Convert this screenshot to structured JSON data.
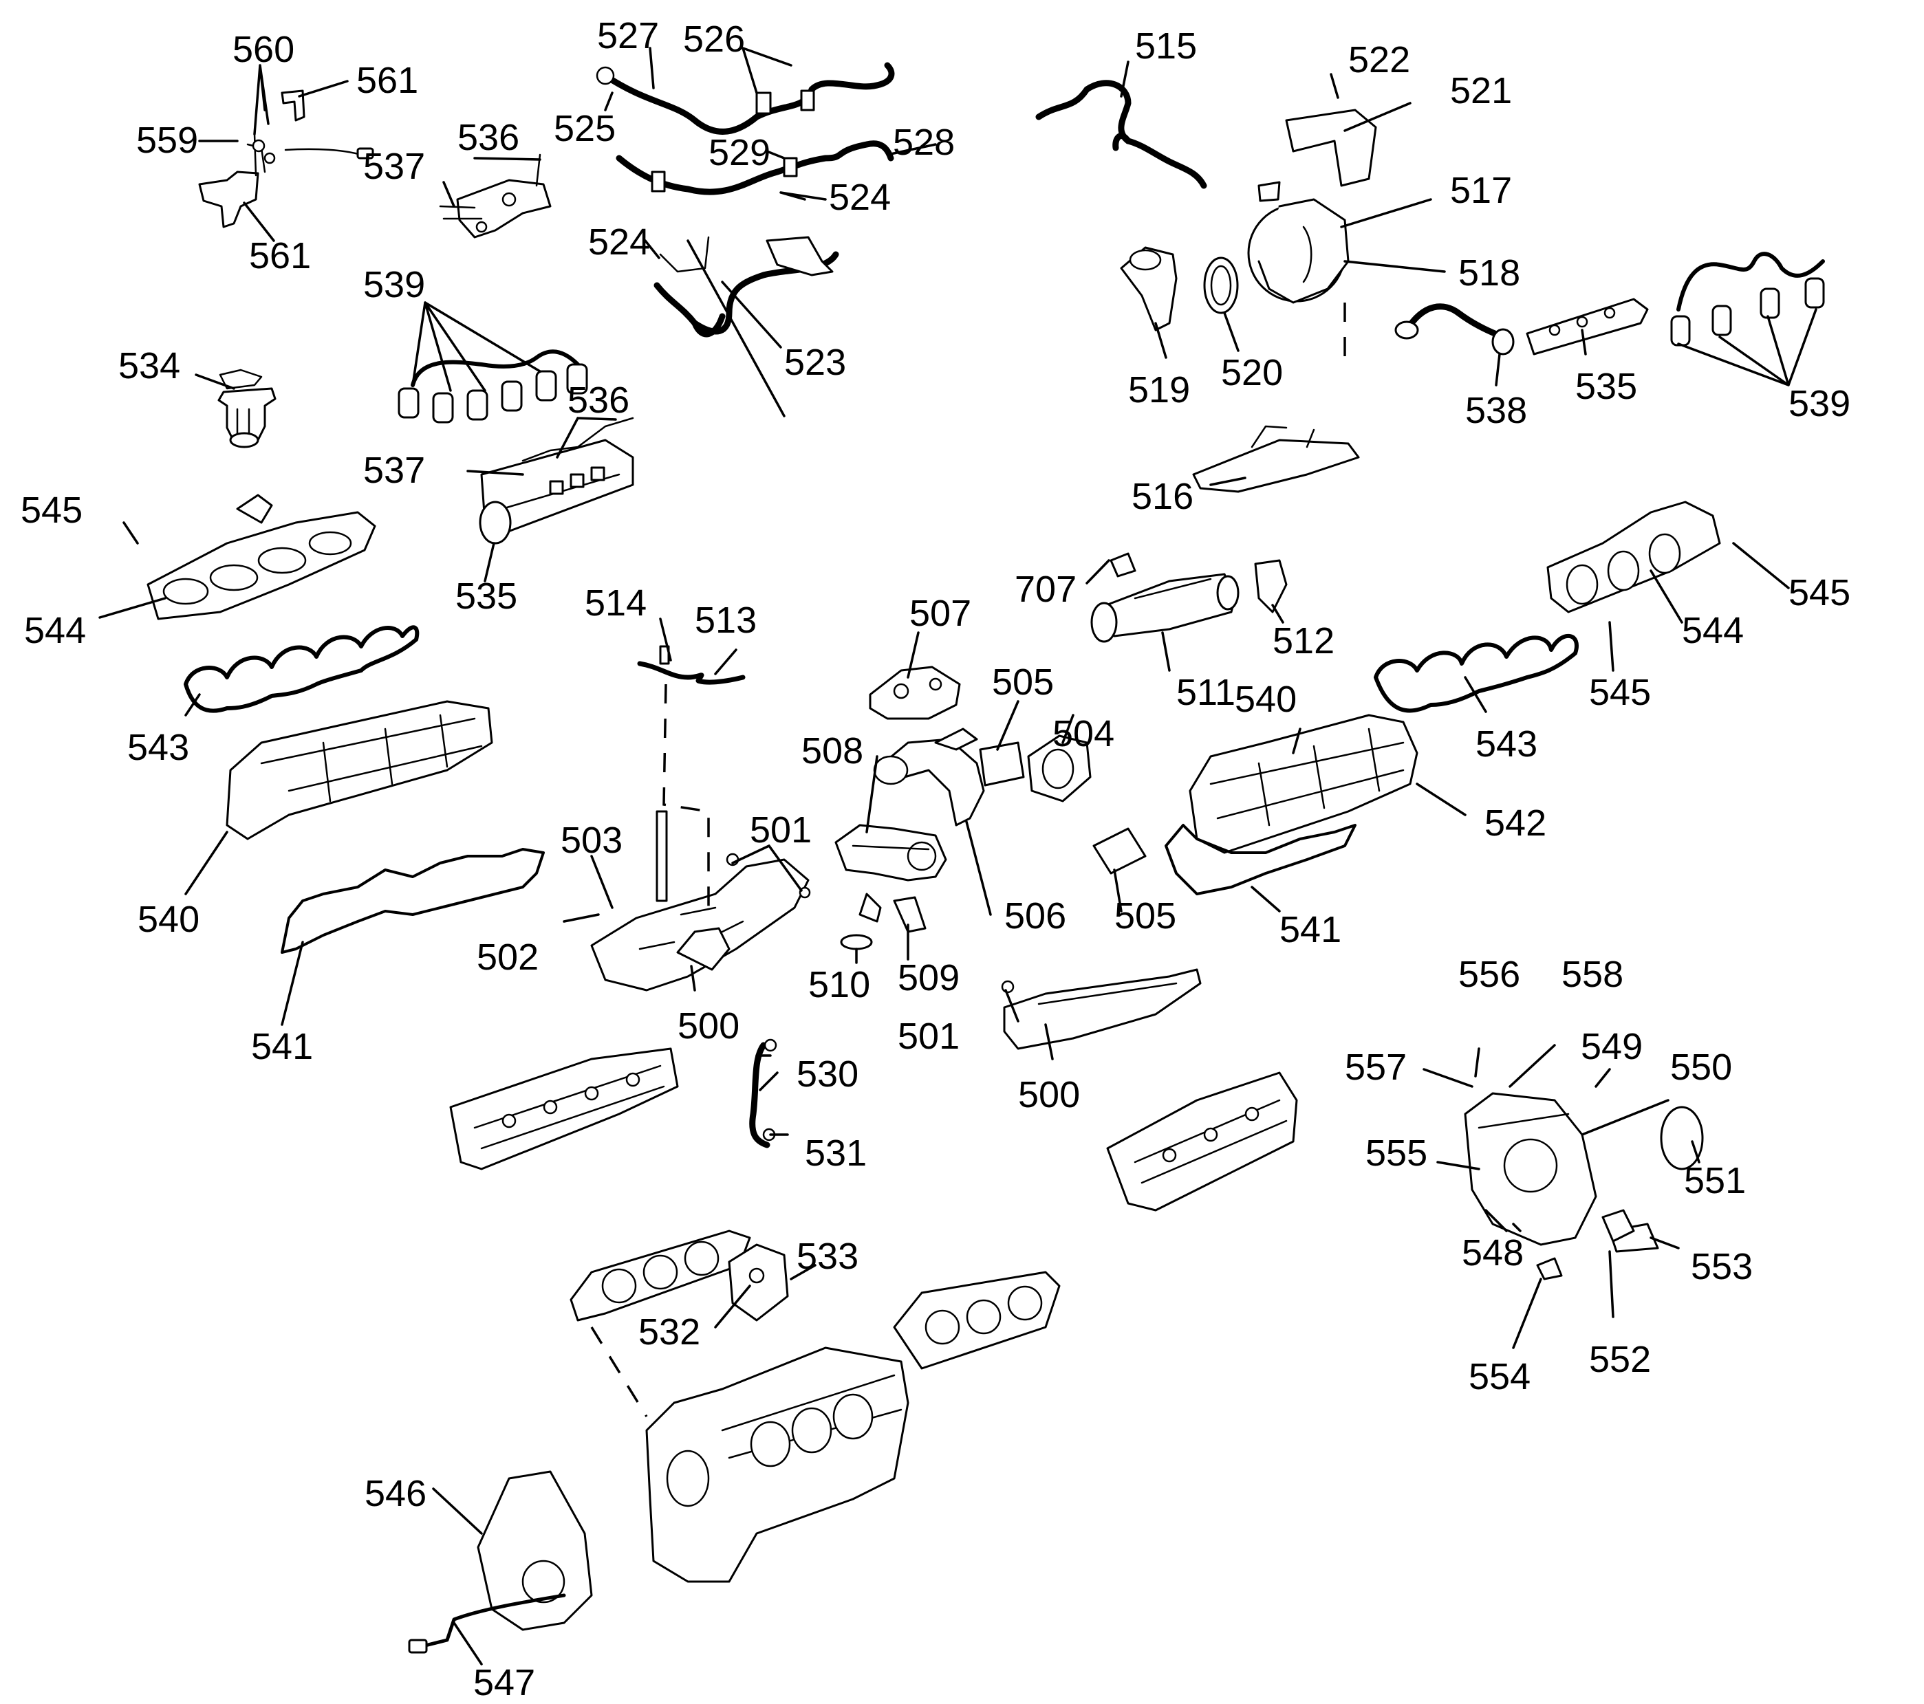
{
  "labels": {
    "l500a": "500",
    "l500b": "500",
    "l501a": "501",
    "l501b": "501",
    "l502": "502",
    "l503": "503",
    "l504": "504",
    "l505a": "505",
    "l505b": "505",
    "l506": "506",
    "l507": "507",
    "l508": "508",
    "l509": "509",
    "l510": "510",
    "l511": "511",
    "l512": "512",
    "l513": "513",
    "l514": "514",
    "l515": "515",
    "l516": "516",
    "l517": "517",
    "l518": "518",
    "l519": "519",
    "l520": "520",
    "l521": "521",
    "l522": "522",
    "l523": "523",
    "l524a": "524",
    "l524b": "524",
    "l525": "525",
    "l526": "526",
    "l527": "527",
    "l528": "528",
    "l529": "529",
    "l530": "530",
    "l531": "531",
    "l532": "532",
    "l533": "533",
    "l534": "534",
    "l535a": "535",
    "l535b": "535",
    "l536a": "536",
    "l536b": "536",
    "l537a": "537",
    "l537b": "537",
    "l538": "538",
    "l539a": "539",
    "l539b": "539",
    "l540a": "540",
    "l540b": "540",
    "l541a": "541",
    "l541b": "541",
    "l542": "542",
    "l543a": "543",
    "l543b": "543",
    "l544a": "544",
    "l544b": "544",
    "l545a": "545",
    "l545b": "545",
    "l545c": "545",
    "l546": "546",
    "l547": "547",
    "l548": "548",
    "l549": "549",
    "l550": "550",
    "l551": "551",
    "l552": "552",
    "l553": "553",
    "l554": "554",
    "l555": "555",
    "l556": "556",
    "l557": "557",
    "l558": "558",
    "l559": "559",
    "l560": "560",
    "l561a": "561",
    "l561b": "561",
    "l707": "707"
  }
}
